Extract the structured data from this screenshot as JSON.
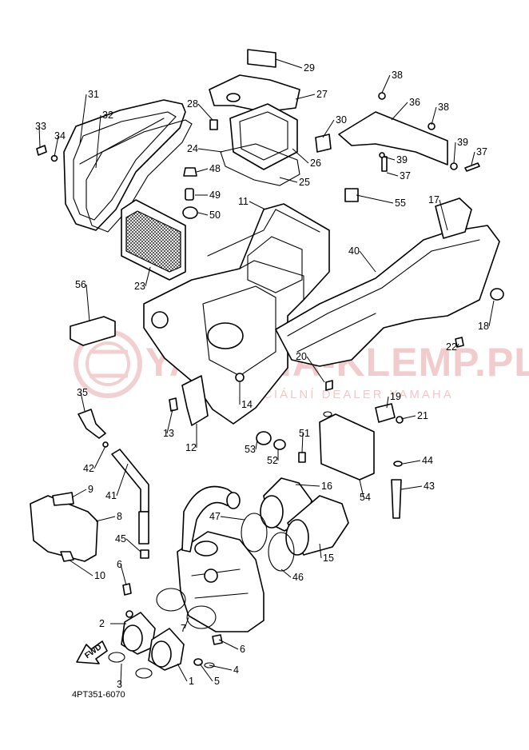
{
  "diagram": {
    "part_labels": [
      "1",
      "2",
      "3",
      "4",
      "5",
      "6",
      "6",
      "7",
      "8",
      "9",
      "10",
      "11",
      "12",
      "13",
      "14",
      "15",
      "16",
      "17",
      "18",
      "19",
      "20",
      "21",
      "22",
      "23",
      "24",
      "25",
      "26",
      "27",
      "28",
      "29",
      "30",
      "31",
      "32",
      "33",
      "34",
      "35",
      "36",
      "37",
      "37",
      "38",
      "38",
      "39",
      "39",
      "40",
      "41",
      "42",
      "43",
      "44",
      "45",
      "46",
      "47",
      "48",
      "49",
      "50",
      "51",
      "52",
      "53",
      "54",
      "55",
      "56"
    ],
    "diagram_code": "4PT351-6070",
    "forward_marker": "FWD"
  },
  "watermark": {
    "main_text": "YAMAHA-KLEMP.PL",
    "sub_text": "VAŠ OFICIÁLNÍ DEALER YAMAHA",
    "color": "#e8a3a3"
  }
}
